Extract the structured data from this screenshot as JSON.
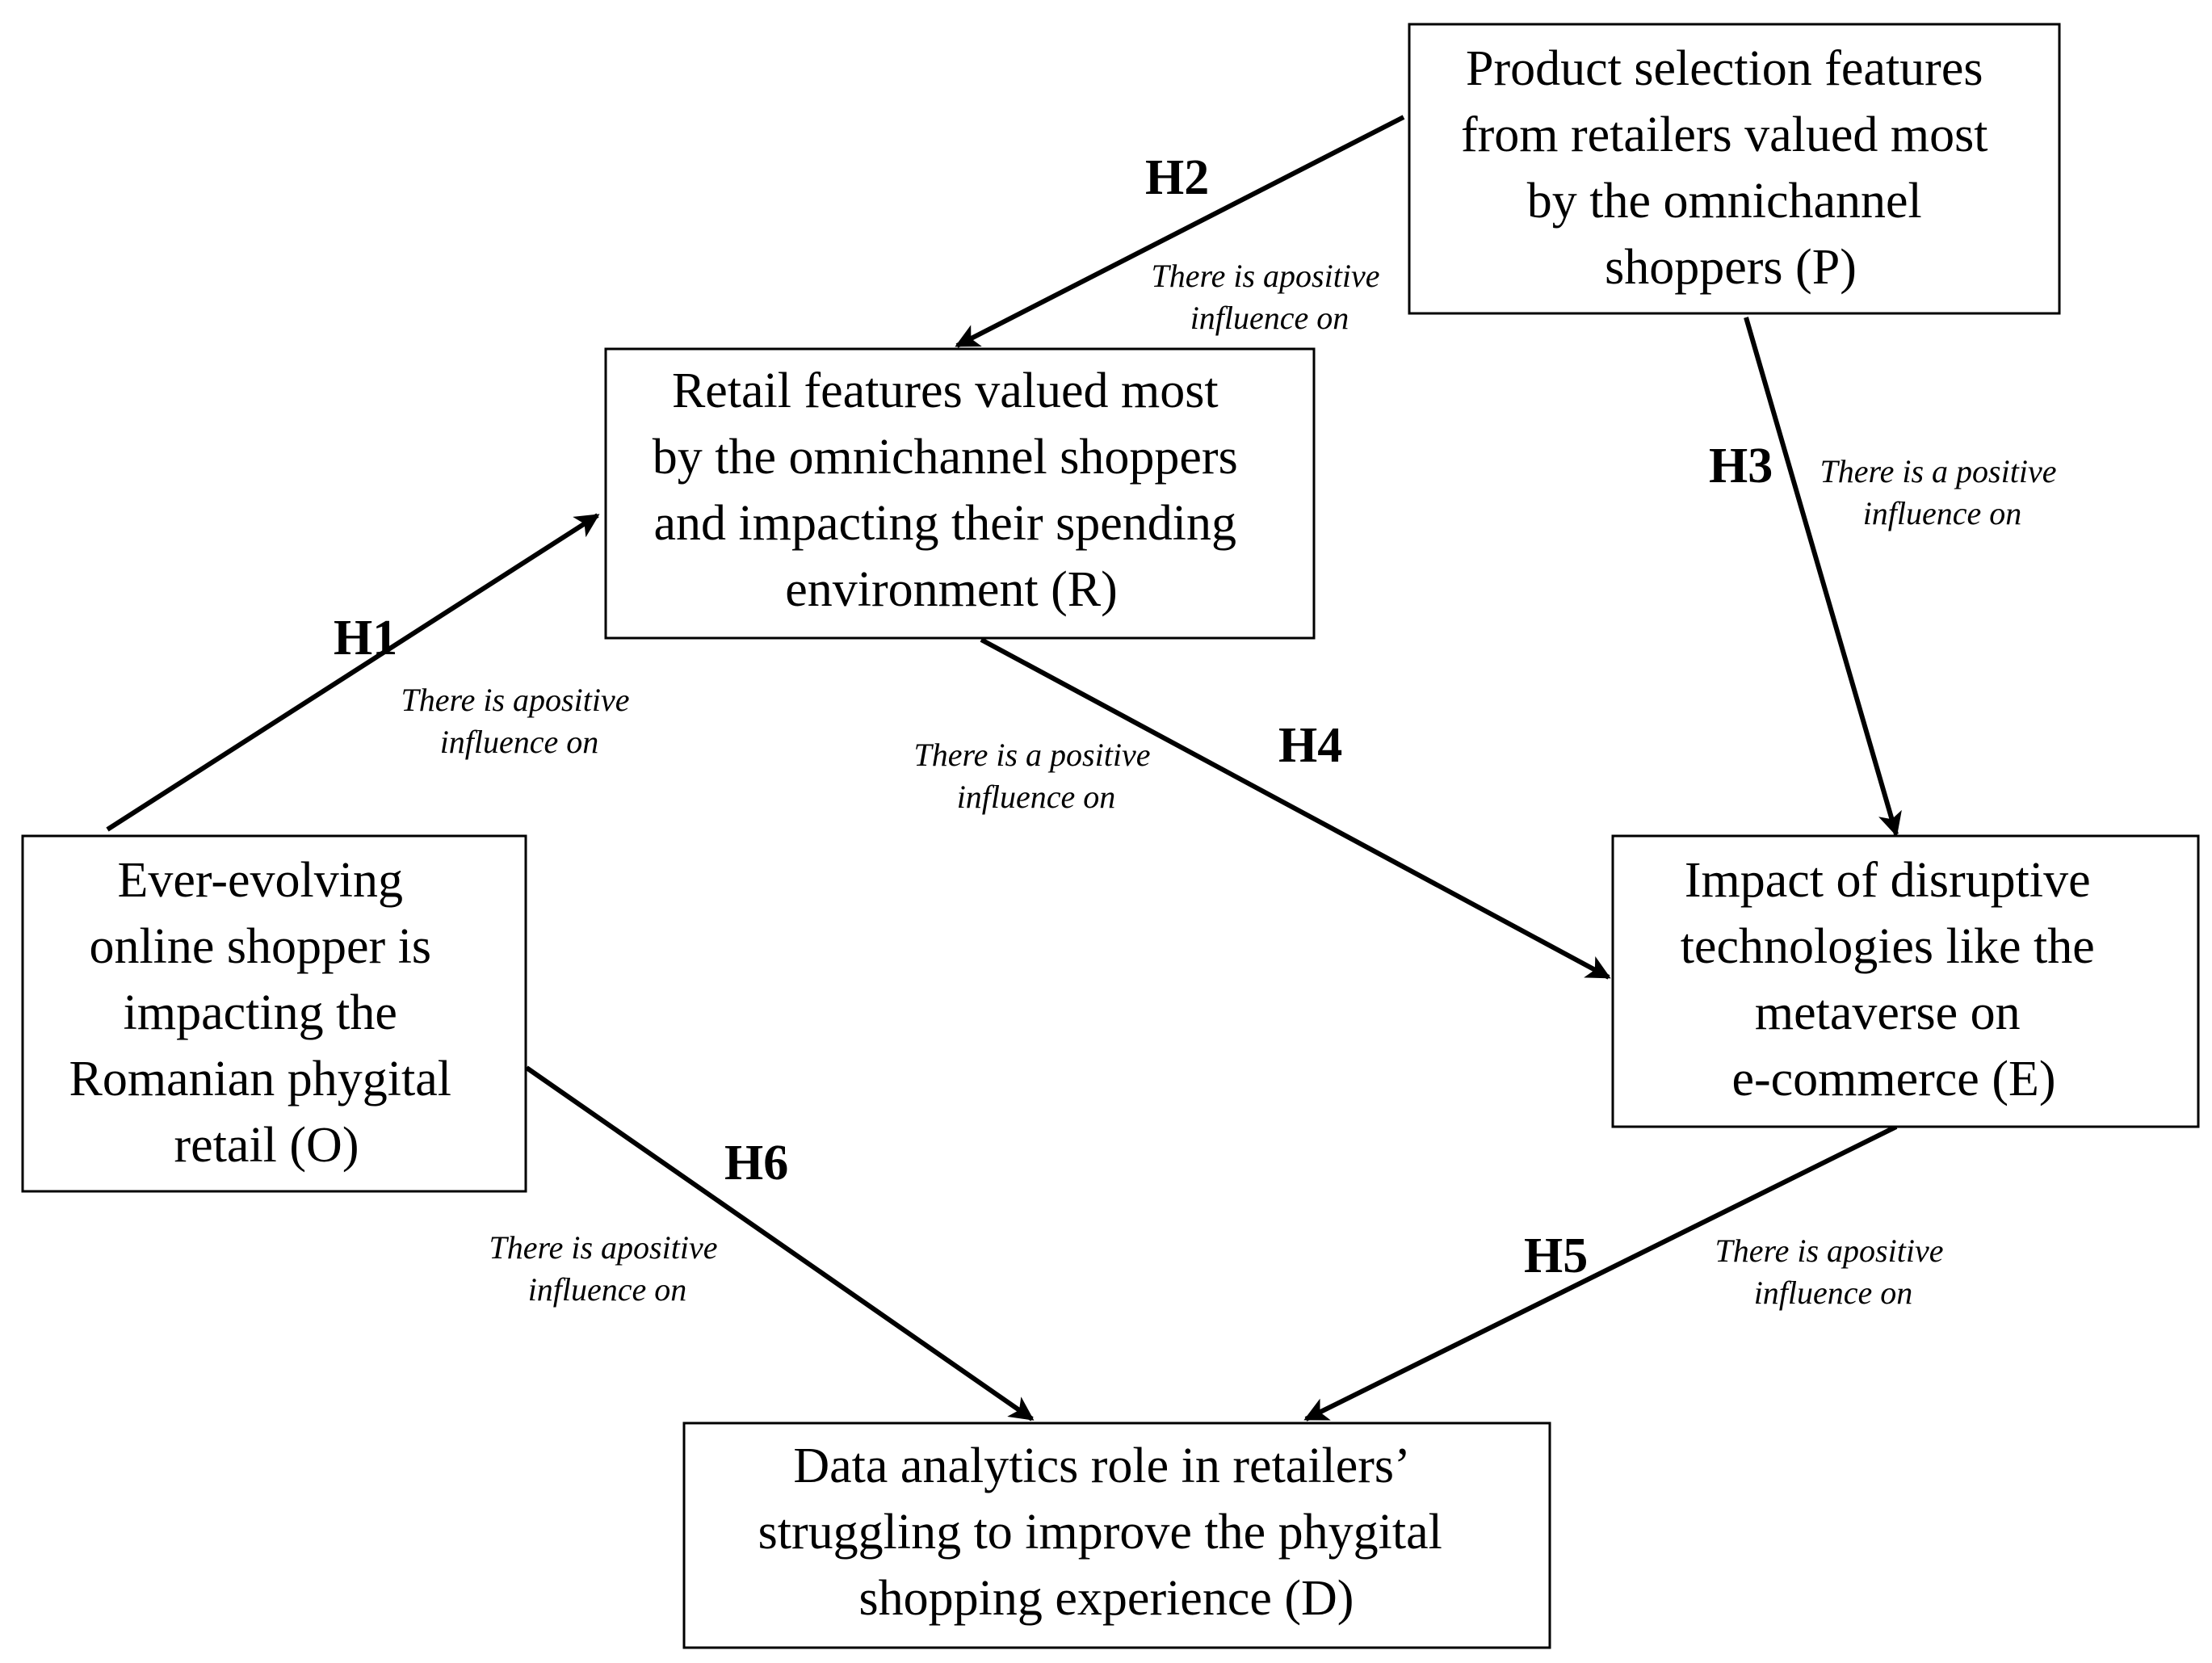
{
  "nodes": {
    "P": {
      "lines": [
        "Product selection features",
        "from retailers valued most",
        "by the omnichannel",
        "shoppers (P)"
      ]
    },
    "R": {
      "lines": [
        "Retail features valued most",
        "by the omnichannel shoppers",
        "and impacting their spending",
        "environment (R)"
      ]
    },
    "O": {
      "lines": [
        "Ever-evolving",
        "online shopper is",
        "impacting the",
        "Romanian phygital",
        "retail (O)"
      ]
    },
    "E": {
      "lines": [
        "Impact of disruptive",
        "technologies like the",
        "metaverse on",
        "e-commerce (E)"
      ]
    },
    "D": {
      "lines": [
        "Data analytics role in retailers’",
        "struggling to improve the phygital",
        "shopping experience (D)"
      ]
    }
  },
  "edges": {
    "H1": {
      "label": "H1",
      "from": "O",
      "to": "R",
      "note": [
        "There is apositive",
        "influence on"
      ]
    },
    "H2": {
      "label": "H2",
      "from": "P",
      "to": "R",
      "note": [
        "There is apositive",
        "influence on"
      ]
    },
    "H3": {
      "label": "H3",
      "from": "P",
      "to": "E",
      "note": [
        "There is a positive",
        "influence on"
      ]
    },
    "H4": {
      "label": "H4",
      "from": "R",
      "to": "E",
      "note": [
        "There is a positive",
        "influence on"
      ]
    },
    "H5": {
      "label": "H5",
      "from": "E",
      "to": "D",
      "note": [
        "There is apositive",
        "influence on"
      ]
    },
    "H6": {
      "label": "H6",
      "from": "O",
      "to": "D",
      "note": [
        "There is apositive",
        "influence on"
      ]
    }
  }
}
